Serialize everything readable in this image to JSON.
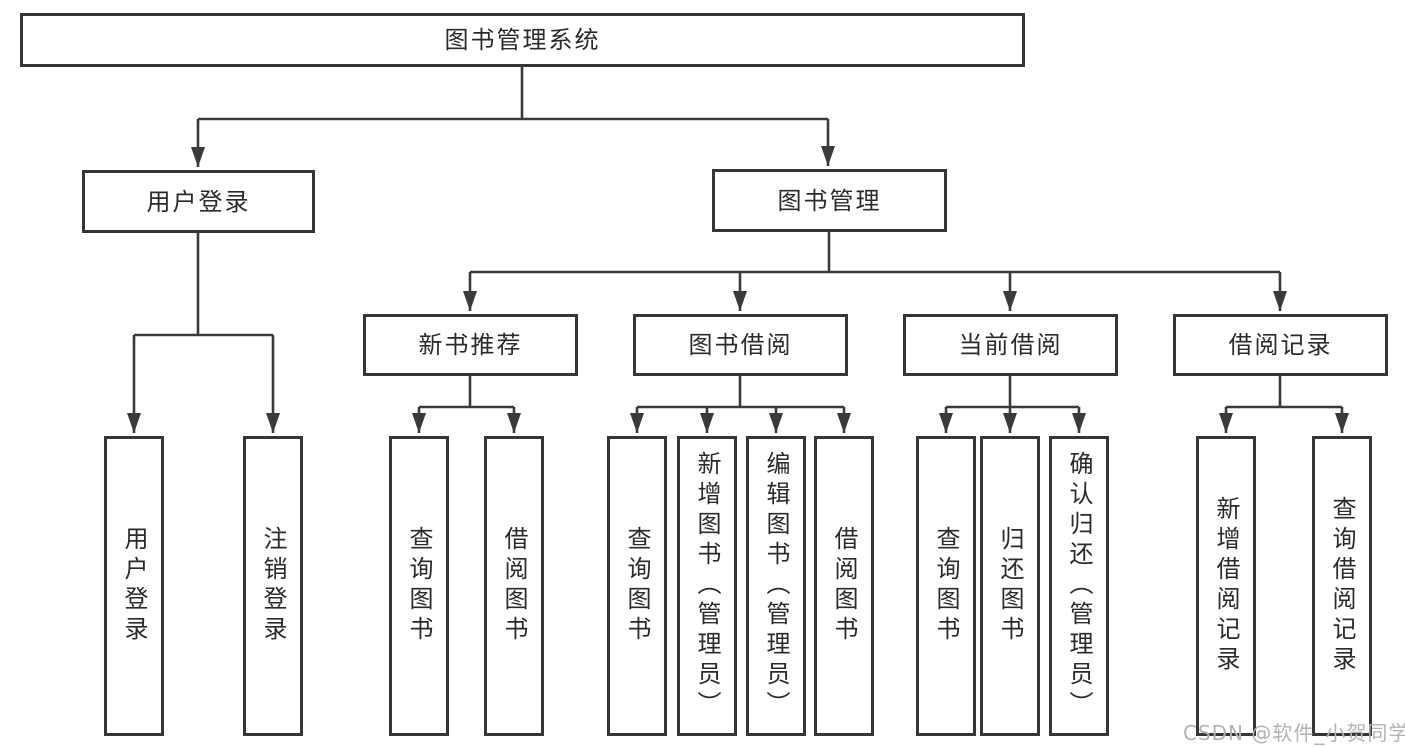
{
  "diagram": {
    "title_node": {
      "label": "图书管理系统"
    },
    "level2": [
      {
        "label": "用户登录"
      },
      {
        "label": "图书管理"
      }
    ],
    "level3": [
      {
        "label": "新书推荐"
      },
      {
        "label": "图书借阅"
      },
      {
        "label": "当前借阅"
      },
      {
        "label": "借阅记录"
      }
    ],
    "leaves": {
      "user_login": [
        {
          "label": "用户登录"
        },
        {
          "label": "注销登录"
        }
      ],
      "new_book": [
        {
          "label": "查询图书"
        },
        {
          "label": "借阅图书"
        }
      ],
      "borrow": [
        {
          "label": "查询图书"
        },
        {
          "label": "新增图书（管理员）"
        },
        {
          "label": "编辑图书（管理员）"
        },
        {
          "label": "借阅图书"
        }
      ],
      "current": [
        {
          "label": "查询图书"
        },
        {
          "label": "归还图书"
        },
        {
          "label": "确认归还（管理员）"
        }
      ],
      "records": [
        {
          "label": "新增借阅记录"
        },
        {
          "label": "查询借阅记录"
        }
      ]
    },
    "colors": {
      "line": "#3a3a3a",
      "box_border": "#363636",
      "text": "#2b2b2b",
      "background": "#ffffff",
      "watermark": "#b3b3b3"
    }
  },
  "watermark": {
    "text": "CSDN @软件_小贺同学"
  }
}
